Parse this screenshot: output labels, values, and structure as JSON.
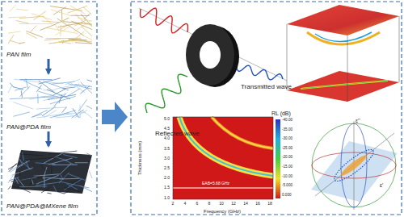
{
  "diagram": {
    "nodes": [
      {
        "text": [
          "PAN film"
        ]
      },
      {
        "text": [
          "PAN@PDA film"
        ]
      },
      {
        "text": [
          "PAN@PDA@MXene film"
        ]
      }
    ],
    "edges": [
      {
        "from": 0,
        "to": 1,
        "arrow": "to"
      },
      {
        "from": 1,
        "to": 2,
        "arrow": "to"
      }
    ],
    "labels": [
      "Reflected wave",
      "Transmitted wave",
      "RL (dB)",
      "Thickness (mm)",
      "Frequency (GHz)",
      "EAB=5.68 GHz",
      "5.0",
      "4.5",
      "4.0",
      "3.5",
      "3.0",
      "2.5",
      "2.0",
      "1.5",
      "1.0",
      "2",
      "4",
      "6",
      "8",
      "10",
      "12",
      "14",
      "16",
      "18",
      "-40.00",
      "-35.00",
      "-30.00",
      "-25.00",
      "-20.00",
      "-15.00",
      "-10.00",
      "-5.000",
      "0.000",
      "ε'",
      "ε''"
    ]
  }
}
